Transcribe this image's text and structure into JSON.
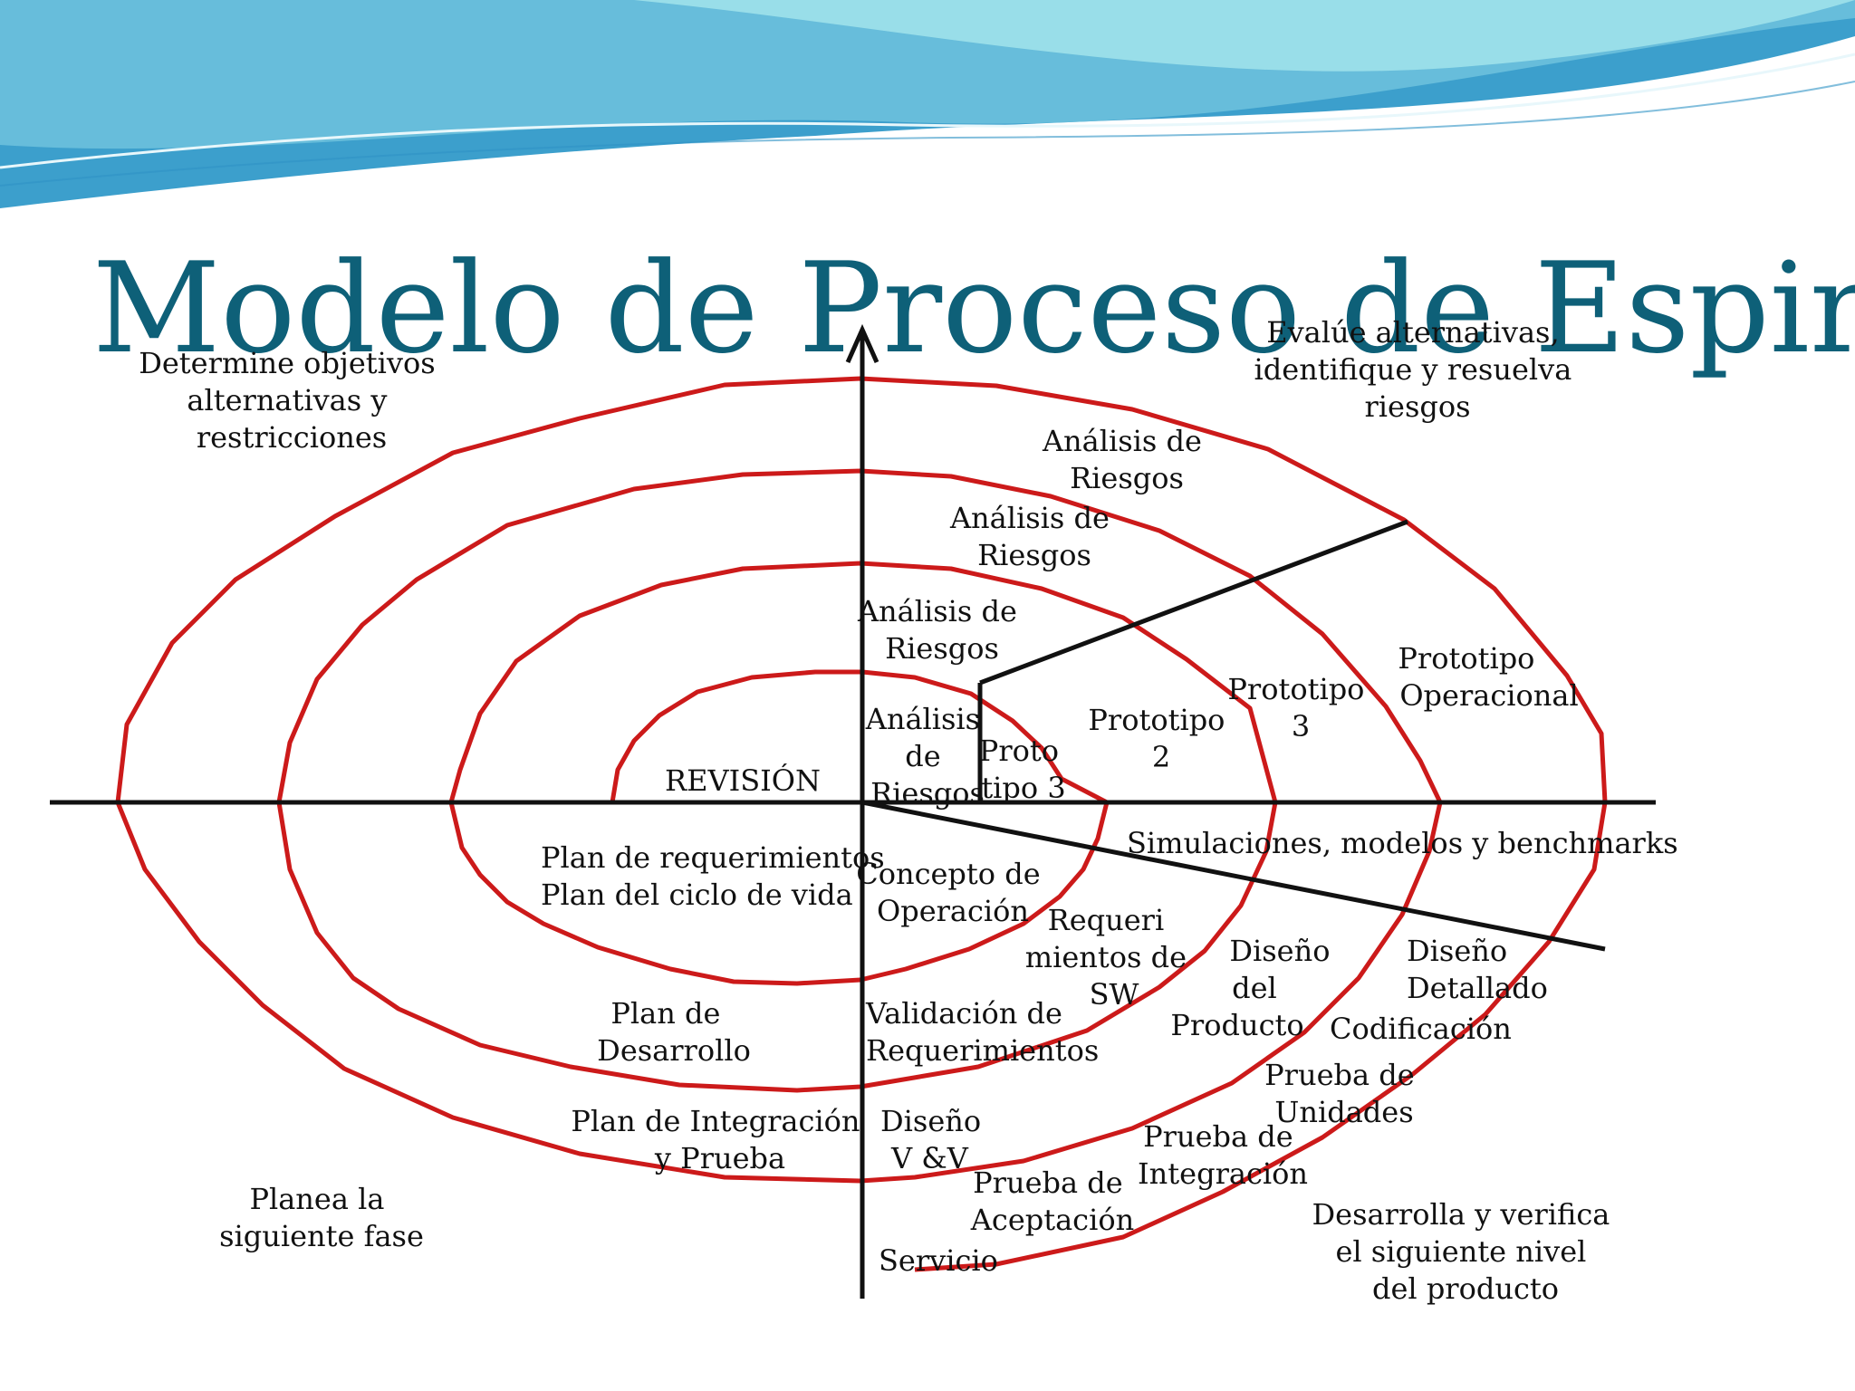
{
  "title": "Modelo de Proceso de Espiral",
  "colors": {
    "title": "#0e6078",
    "spiral": "#cc1a1a",
    "axes": "#111111",
    "wave_dark": "#2f93c4",
    "wave_light": "#88d5e2"
  },
  "quadrants": {
    "top_left": [
      "Determine objetivos",
      "alternativas y",
      "restricciones"
    ],
    "top_right": [
      "Evalúe alternativas,",
      "identifique y resuelva",
      "riesgos"
    ],
    "bottom_left": [
      "Planea la",
      "siguiente fase"
    ],
    "bottom_right": [
      "Desarrolla y verifica",
      "el siguiente nivel",
      "del producto"
    ]
  },
  "risk_analysis": {
    "outer": [
      "Análisis de",
      "Riesgos"
    ],
    "third": [
      "Análisis de",
      "Riesgos"
    ],
    "second": [
      "Análisis de",
      "Riesgos"
    ],
    "inner": [
      "Análisis",
      "de",
      "Riesgos"
    ]
  },
  "prototypes": {
    "proto_inner": [
      "Proto",
      "tipo 3"
    ],
    "proto2": [
      "Prototipo",
      "2"
    ],
    "proto3": [
      "Prototipo",
      "3"
    ],
    "operational": [
      "Prototipo",
      "Operacional"
    ]
  },
  "review": "REVISIÓN",
  "simulations": "Simulaciones, modelos y benchmarks",
  "plans": {
    "requirements": [
      "Plan de requerimientos",
      "Plan del ciclo de vida"
    ],
    "development": [
      "Plan de",
      "Desarrollo"
    ],
    "integration": [
      "Plan de Integración",
      "y Prueba"
    ]
  },
  "development_steps": {
    "concept": [
      "Concepto de",
      "Operación"
    ],
    "sw_requirements": [
      "Requeri",
      "mientos de",
      "SW"
    ],
    "product_design": [
      "Diseño",
      "del",
      "Producto"
    ],
    "detailed_design": [
      "Diseño",
      "Detallado"
    ],
    "coding": "Codificación",
    "unit_test": [
      "Prueba de",
      "Unidades"
    ],
    "integration_test": [
      "Prueba de",
      "Integración"
    ],
    "acceptance_test": [
      "Prueba de",
      "Aceptación"
    ],
    "validation": [
      "Validación de",
      "Requerimientos"
    ],
    "vv_design": [
      "Diseño",
      "V &V"
    ],
    "service": "Servicio"
  }
}
